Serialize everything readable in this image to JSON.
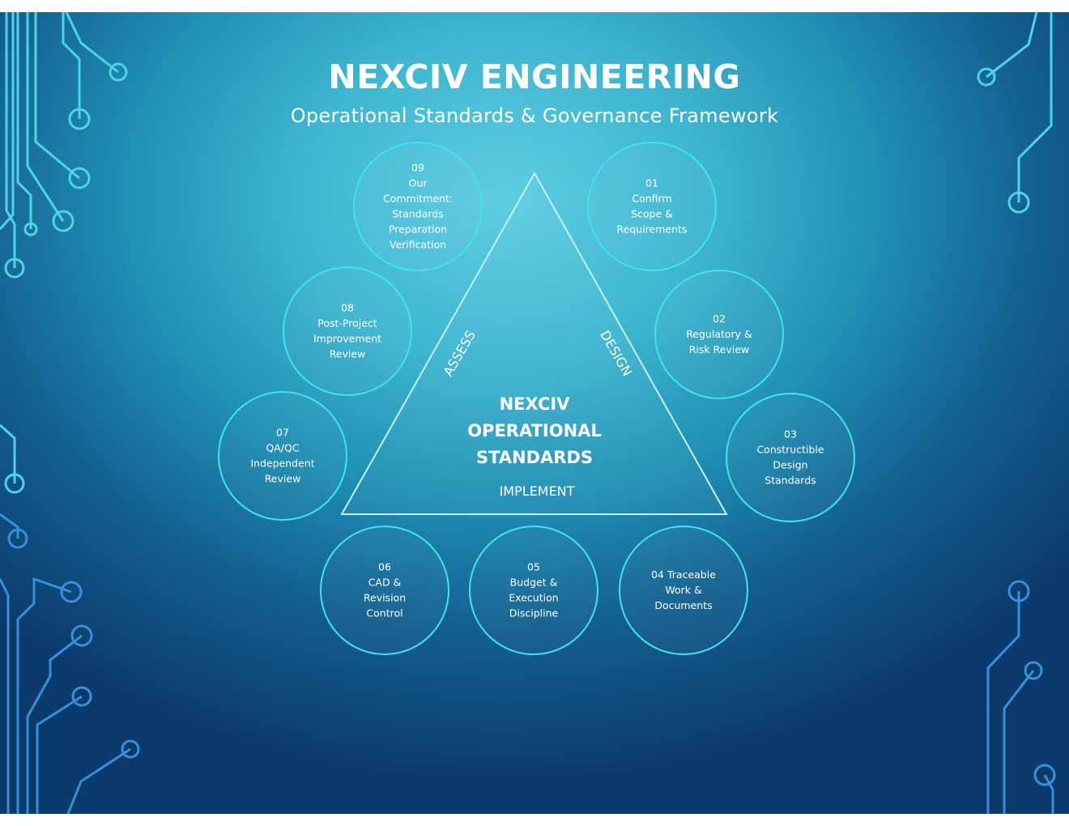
{
  "header": {
    "title": "NEXCIV ENGINEERING",
    "subtitle": "Operational Standards & Governance Framework"
  },
  "center": {
    "lines": [
      "NEXCIV",
      "OPERATIONAL",
      "STANDARDS"
    ],
    "bottom_label": "IMPLEMENT",
    "left_label": "ASSESS",
    "right_label": "DESIGN"
  },
  "steps": [
    {
      "id": "01",
      "lines": [
        "01",
        "Confirm",
        "Scope &",
        "Requirements"
      ]
    },
    {
      "id": "02",
      "lines": [
        "02",
        "Regulatory &",
        "Risk Review"
      ]
    },
    {
      "id": "03",
      "lines": [
        "03",
        "Constructible",
        "Design",
        "Standards"
      ]
    },
    {
      "id": "04",
      "lines": [
        "04 Traceable",
        "Work &",
        "Documents"
      ]
    },
    {
      "id": "05",
      "lines": [
        "05",
        "Budget &",
        "Execution",
        "Discipline"
      ]
    },
    {
      "id": "06",
      "lines": [
        "06",
        "CAD &",
        "Revision",
        "Control"
      ]
    },
    {
      "id": "07",
      "lines": [
        "07",
        "QA/QC",
        "Independent",
        "Review"
      ]
    },
    {
      "id": "08",
      "lines": [
        "08",
        "Post-Project",
        "Improvement",
        "Review"
      ]
    },
    {
      "id": "09",
      "lines": [
        "09",
        "Our",
        "Commitment:",
        "Standards",
        "Preparation",
        "Verification"
      ]
    }
  ],
  "colors": {
    "circle_stroke": "#3fe3f2",
    "triangle_stroke": "#bff3fb",
    "trace_left": "#4fd2ec",
    "trace_bottom": "#3a8fd8",
    "text": "#ffffff"
  }
}
